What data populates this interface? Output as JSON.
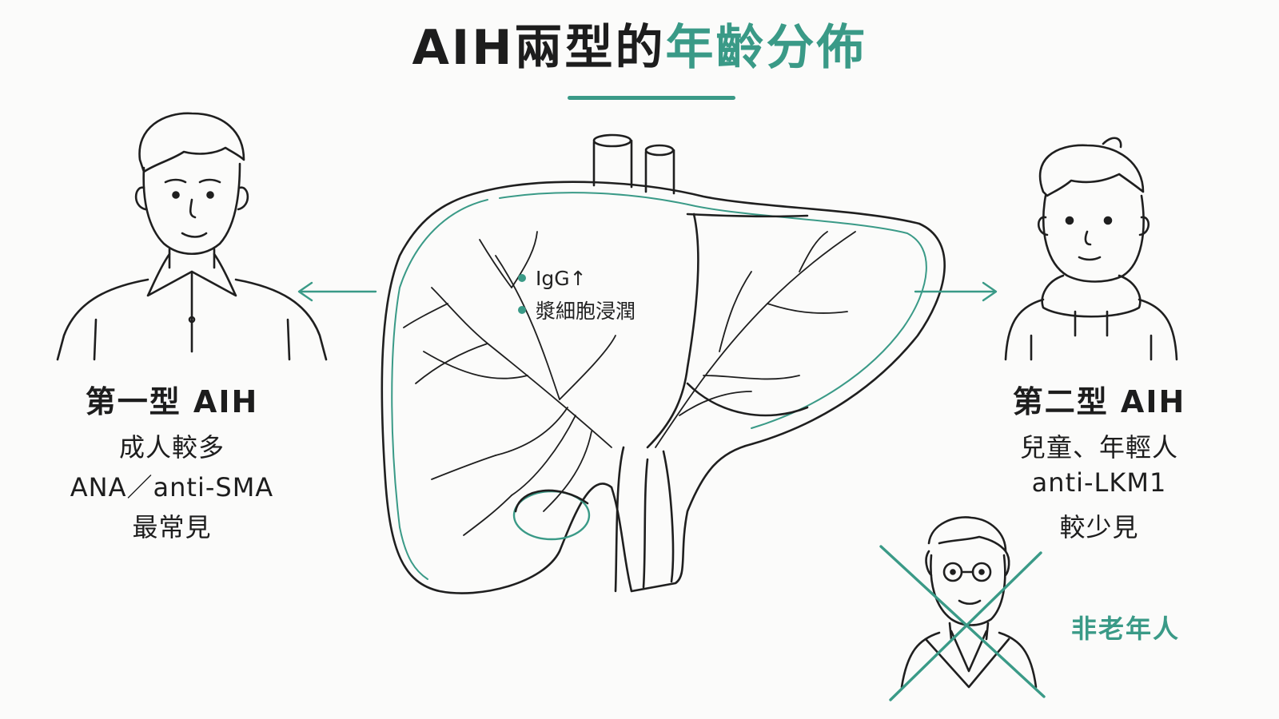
{
  "title": {
    "main": "AIH兩型的",
    "accent": "年齡分佈"
  },
  "colors": {
    "accent": "#3a9a87",
    "ink": "#1d1d1d",
    "background": "#fbfbfa"
  },
  "liver": {
    "points": [
      "IgG↑",
      "漿細胞浸潤"
    ]
  },
  "type1": {
    "heading": "第一型 AIH",
    "lines": [
      "成人較多",
      "ANA／anti-SMA",
      "最常見"
    ]
  },
  "type2": {
    "heading": "第二型 AIH",
    "lines": [
      "兒童、年輕人",
      "anti-LKM1",
      "較少見"
    ]
  },
  "elderly": {
    "label": "非老年人"
  },
  "icons": {
    "adult": "adult-man-icon",
    "child": "child-hoodie-icon",
    "elderly": "elderly-man-crossed-icon",
    "liver": "liver-illustration-icon"
  }
}
